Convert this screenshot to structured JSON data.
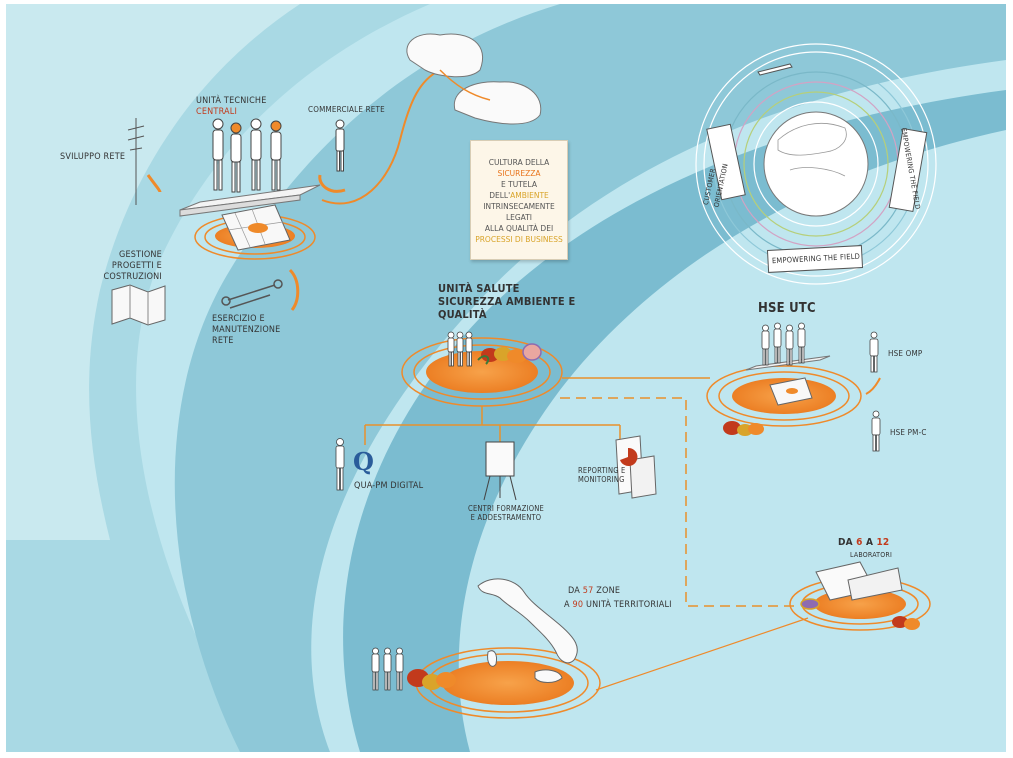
{
  "labels": {
    "sviluppo_rete": "SVILUPPO RETE",
    "unita_tecniche_a": "UNITÀ TECNICHE ",
    "unita_tecniche_b": "CENTRALI",
    "commerciale_rete": "COMMERCIALE RETE",
    "gestione_progetti": "GESTIONE PROGETTI e COSTRUZIONI",
    "esercizio": "ESERCIZIO e MANUTENZIONE RETE",
    "unita_salute": "UNITÀ SALUTE SICUREZZA AMBIENTE e QUALITÀ",
    "hse_utc": "HSE UTC",
    "hse_omp": "HSE OMP",
    "hse_pmc": "HSE PM-C",
    "qua_pm": "QUA-PM DIGITAL",
    "centri_formazione": "CENTRI FORMAZIONE e ADDESTRAMENTO",
    "reporting": "REPORTING e MONITORING",
    "da6a12_a": "DA ",
    "da6a12_n1": "6",
    "da6a12_b": " A ",
    "da6a12_n2": "12",
    "laboratori": "LABORATORI",
    "da57_a": "DA ",
    "da57_n": "57",
    "da57_b": " ZONE",
    "a90_a": "A ",
    "a90_n": "90",
    "a90_b": " UNITÀ TERRITORIALI",
    "customer_orientation": "CUSTOMER ORIENTATION",
    "empowering_the_field_right": "EMPOWERING THE FIELD",
    "empowering_the_field_bottom": "EMPOWERING THE FIELD"
  },
  "note": {
    "l1a": "CULTURA DELLA ",
    "l1b": "SICUREZZA",
    "l2a": "E TUTELA DELL'",
    "l2b": "AMBIENTE",
    "l3": "INTRINSECAMENTE LEGATI",
    "l4": "ALLA QUALITÀ DEI",
    "l5": "PROCESSI DI BUSINESS"
  },
  "colors": {
    "bg_light": "#bfe6ef",
    "band_mid": "#8ec8d8",
    "band_dark": "#6fb2c7",
    "orange": "#ef8a2a",
    "accent_red": "#c23a1c"
  }
}
